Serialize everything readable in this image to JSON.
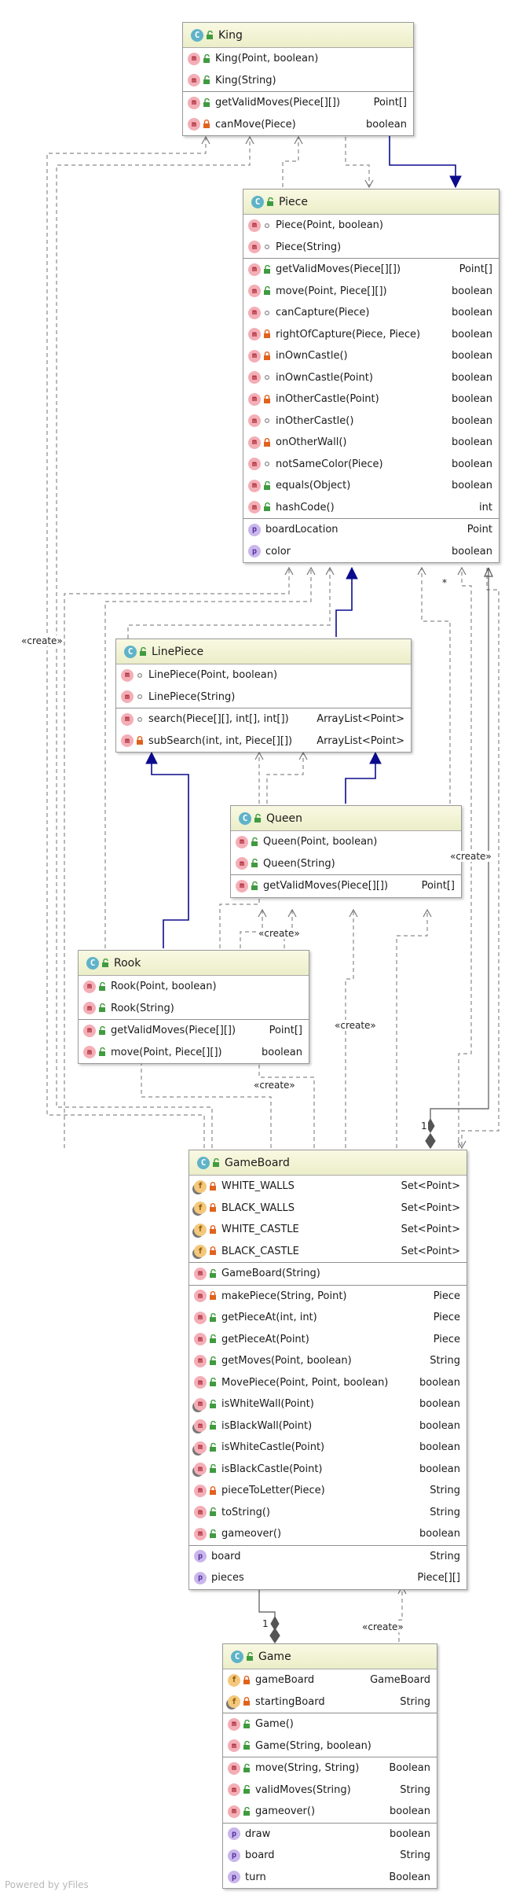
{
  "diagram": {
    "colors": {
      "inheritance": "#0b0b8e",
      "dependency": "#8a8a8a",
      "header": "#eef0cd"
    },
    "edge_labels": {
      "piece_create_left": "«create»",
      "queen_create_right": "«create»",
      "queen_create_below": "«create»",
      "queen_create_gameboard": "«create»",
      "rook_create": "«create»",
      "multiplicity_many": "*",
      "gameboard_mult_one": "1",
      "game_mult_one": "1",
      "game_create": "«create»"
    },
    "footer": "Powered by yFiles",
    "classes": {
      "king": {
        "name": "King",
        "kind_icon": "class-icon",
        "sections": [
          [
            {
              "icon": "m",
              "vis": "public",
              "label": "King(Point, boolean)",
              "type": ""
            },
            {
              "icon": "m",
              "vis": "public",
              "label": "King(String)",
              "type": ""
            }
          ],
          [
            {
              "icon": "m",
              "vis": "public",
              "label": "getValidMoves(Piece[][])",
              "type": "Point[]"
            },
            {
              "icon": "m",
              "vis": "private",
              "label": "canMove(Piece)",
              "type": "boolean"
            }
          ]
        ]
      },
      "piece": {
        "name": "Piece",
        "kind_icon": "class-icon",
        "sections": [
          [
            {
              "icon": "m",
              "vis": "package",
              "label": "Piece(Point, boolean)",
              "type": ""
            },
            {
              "icon": "m",
              "vis": "package",
              "label": "Piece(String)",
              "type": ""
            }
          ],
          [
            {
              "icon": "m",
              "vis": "public",
              "label": "getValidMoves(Piece[][])",
              "type": "Point[]"
            },
            {
              "icon": "m",
              "vis": "public",
              "label": "move(Point, Piece[][])",
              "type": "boolean"
            },
            {
              "icon": "m",
              "vis": "package",
              "label": "canCapture(Piece)",
              "type": "boolean"
            },
            {
              "icon": "m",
              "vis": "private",
              "label": "rightOfCapture(Piece, Piece)",
              "type": "boolean"
            },
            {
              "icon": "m",
              "vis": "private",
              "label": "inOwnCastle()",
              "type": "boolean"
            },
            {
              "icon": "m",
              "vis": "package",
              "label": "inOwnCastle(Point)",
              "type": "boolean"
            },
            {
              "icon": "m",
              "vis": "private",
              "label": "inOtherCastle(Point)",
              "type": "boolean"
            },
            {
              "icon": "m",
              "vis": "package",
              "label": "inOtherCastle()",
              "type": "boolean"
            },
            {
              "icon": "m",
              "vis": "private",
              "label": "onOtherWall()",
              "type": "boolean"
            },
            {
              "icon": "m",
              "vis": "package",
              "label": "notSameColor(Piece)",
              "type": "boolean"
            },
            {
              "icon": "m",
              "vis": "public",
              "label": "equals(Object)",
              "type": "boolean"
            },
            {
              "icon": "m",
              "vis": "public",
              "label": "hashCode()",
              "type": "int"
            }
          ],
          [
            {
              "icon": "p",
              "vis": "none",
              "label": "boardLocation",
              "type": "Point"
            },
            {
              "icon": "p",
              "vis": "none",
              "label": "color",
              "type": "boolean"
            }
          ]
        ]
      },
      "linepiece": {
        "name": "LinePiece",
        "kind_icon": "class-icon",
        "sections": [
          [
            {
              "icon": "m",
              "vis": "package",
              "label": "LinePiece(Point, boolean)",
              "type": ""
            },
            {
              "icon": "m",
              "vis": "package",
              "label": "LinePiece(String)",
              "type": ""
            }
          ],
          [
            {
              "icon": "m",
              "vis": "package",
              "label": "search(Piece[][], int[], int[])",
              "type": "ArrayList<Point>"
            },
            {
              "icon": "m",
              "vis": "private",
              "label": "subSearch(int, int, Piece[][])",
              "type": "ArrayList<Point>"
            }
          ]
        ]
      },
      "queen": {
        "name": "Queen",
        "kind_icon": "class-icon",
        "sections": [
          [
            {
              "icon": "m",
              "vis": "public",
              "label": "Queen(Point, boolean)",
              "type": ""
            },
            {
              "icon": "m",
              "vis": "public",
              "label": "Queen(String)",
              "type": ""
            }
          ],
          [
            {
              "icon": "m",
              "vis": "public",
              "label": "getValidMoves(Piece[][])",
              "type": "Point[]"
            }
          ]
        ]
      },
      "rook": {
        "name": "Rook",
        "kind_icon": "class-icon",
        "sections": [
          [
            {
              "icon": "m",
              "vis": "public",
              "label": "Rook(Point, boolean)",
              "type": ""
            },
            {
              "icon": "m",
              "vis": "public",
              "label": "Rook(String)",
              "type": ""
            }
          ],
          [
            {
              "icon": "m",
              "vis": "public",
              "label": "getValidMoves(Piece[][])",
              "type": "Point[]"
            },
            {
              "icon": "m",
              "vis": "public",
              "label": "move(Point, Piece[][])",
              "type": "boolean"
            }
          ]
        ]
      },
      "gameboard": {
        "name": "GameBoard",
        "kind_icon": "class-icon",
        "sections": [
          [
            {
              "icon": "fs",
              "vis": "private",
              "label": "WHITE_WALLS",
              "type": "Set<Point>"
            },
            {
              "icon": "fs",
              "vis": "private",
              "label": "BLACK_WALLS",
              "type": "Set<Point>"
            },
            {
              "icon": "fs",
              "vis": "private",
              "label": "WHITE_CASTLE",
              "type": "Set<Point>"
            },
            {
              "icon": "fs",
              "vis": "private",
              "label": "BLACK_CASTLE",
              "type": "Set<Point>"
            }
          ],
          [
            {
              "icon": "m",
              "vis": "public",
              "label": "GameBoard(String)",
              "type": ""
            }
          ],
          [
            {
              "icon": "m",
              "vis": "private",
              "label": "makePiece(String, Point)",
              "type": "Piece"
            },
            {
              "icon": "m",
              "vis": "public",
              "label": "getPieceAt(int, int)",
              "type": "Piece"
            },
            {
              "icon": "m",
              "vis": "public",
              "label": "getPieceAt(Point)",
              "type": "Piece"
            },
            {
              "icon": "m",
              "vis": "public",
              "label": "getMoves(Point, boolean)",
              "type": "String"
            },
            {
              "icon": "m",
              "vis": "public",
              "label": "MovePiece(Point, Point, boolean)",
              "type": "boolean"
            },
            {
              "icon": "ms",
              "vis": "public",
              "label": "isWhiteWall(Point)",
              "type": "boolean"
            },
            {
              "icon": "ms",
              "vis": "public",
              "label": "isBlackWall(Point)",
              "type": "boolean"
            },
            {
              "icon": "ms",
              "vis": "public",
              "label": "isWhiteCastle(Point)",
              "type": "boolean"
            },
            {
              "icon": "ms",
              "vis": "public",
              "label": "isBlackCastle(Point)",
              "type": "boolean"
            },
            {
              "icon": "m",
              "vis": "private",
              "label": "pieceToLetter(Piece)",
              "type": "String"
            },
            {
              "icon": "m",
              "vis": "public",
              "label": "toString()",
              "type": "String"
            },
            {
              "icon": "m",
              "vis": "public",
              "label": "gameover()",
              "type": "boolean"
            }
          ],
          [
            {
              "icon": "p",
              "vis": "none",
              "label": "board",
              "type": "String"
            },
            {
              "icon": "p",
              "vis": "none",
              "label": "pieces",
              "type": "Piece[][]"
            }
          ]
        ]
      },
      "game": {
        "name": "Game",
        "kind_icon": "class-icon",
        "sections": [
          [
            {
              "icon": "f",
              "vis": "private",
              "label": "gameBoard",
              "type": "GameBoard"
            },
            {
              "icon": "fs",
              "vis": "private",
              "label": "startingBoard",
              "type": "String"
            }
          ],
          [
            {
              "icon": "m",
              "vis": "public",
              "label": "Game()",
              "type": ""
            },
            {
              "icon": "m",
              "vis": "public",
              "label": "Game(String, boolean)",
              "type": ""
            }
          ],
          [
            {
              "icon": "m",
              "vis": "public",
              "label": "move(String, String)",
              "type": "Boolean"
            },
            {
              "icon": "m",
              "vis": "public",
              "label": "validMoves(String)",
              "type": "String"
            },
            {
              "icon": "m",
              "vis": "public",
              "label": "gameover()",
              "type": "boolean"
            }
          ],
          [
            {
              "icon": "p",
              "vis": "none",
              "label": "draw",
              "type": "boolean"
            },
            {
              "icon": "p",
              "vis": "none",
              "label": "board",
              "type": "String"
            },
            {
              "icon": "p",
              "vis": "none",
              "label": "turn",
              "type": "Boolean"
            }
          ]
        ]
      }
    }
  }
}
